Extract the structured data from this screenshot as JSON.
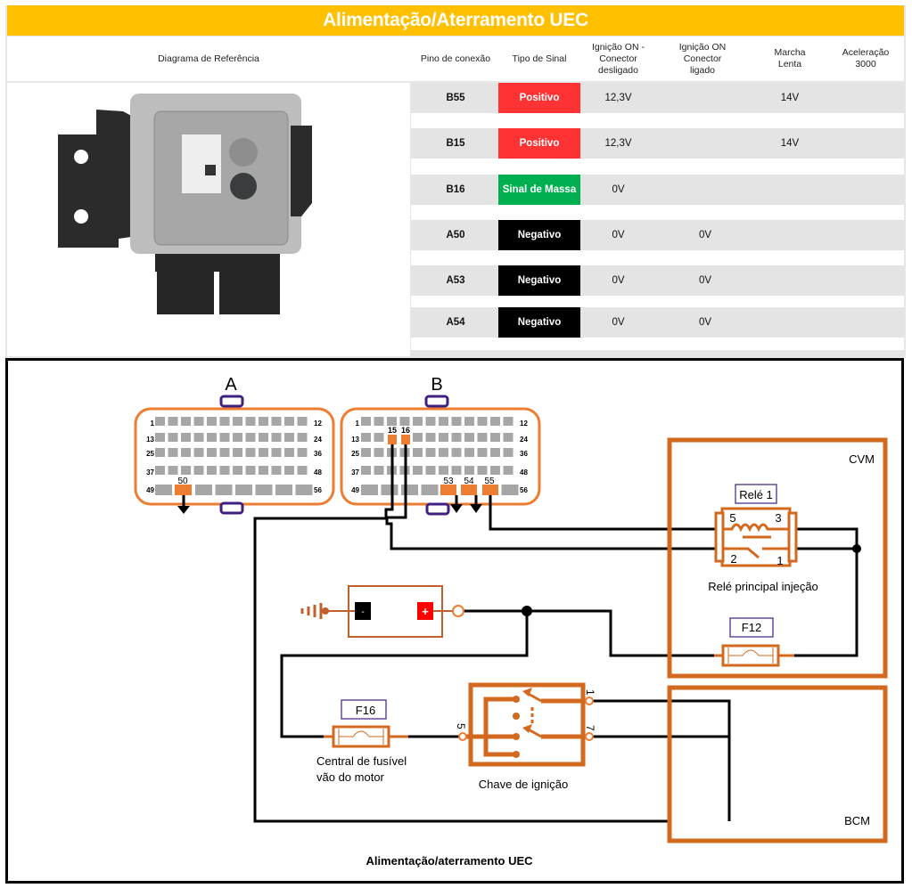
{
  "title": "Alimentação/Aterramento UEC",
  "table": {
    "headers": {
      "reference": "Diagrama de Referência",
      "pin": "Pino de conexão",
      "signal": "Tipo de Sinal",
      "ign_off_line1": "Ignição ON -",
      "ign_off_line2": "Conector",
      "ign_off_line3": "desligado",
      "ign_on_line1": "Ignição ON",
      "ign_on_line2": "Conector",
      "ign_on_line3": "ligado",
      "idle_line1": "Marcha",
      "idle_line2": "Lenta",
      "accel_line1": "Aceleração",
      "accel_line2": "3000"
    },
    "rows": [
      {
        "pin": "B55",
        "signal": "Positivo",
        "signal_color": "#ff3333",
        "ign_off": "12,3V",
        "ign_on": "",
        "idle": "14V",
        "accel": ""
      },
      {
        "pin": "B15",
        "signal": "Positivo",
        "signal_color": "#ff3333",
        "ign_off": "12,3V",
        "ign_on": "",
        "idle": "14V",
        "accel": ""
      },
      {
        "pin": "B16",
        "signal": "Sinal de Massa",
        "signal_color": "#00b050",
        "ign_off": "0V",
        "ign_on": "",
        "idle": "",
        "accel": ""
      },
      {
        "pin": "A50",
        "signal": "Negativo",
        "signal_color": "#000000",
        "ign_off": "0V",
        "ign_on": "0V",
        "idle": "",
        "accel": ""
      },
      {
        "pin": "A53",
        "signal": "Negativo",
        "signal_color": "#000000",
        "ign_off": "0V",
        "ign_on": "0V",
        "idle": "",
        "accel": ""
      },
      {
        "pin": "A54",
        "signal": "Negativo",
        "signal_color": "#000000",
        "ign_off": "0V",
        "ign_on": "0V",
        "idle": "",
        "accel": ""
      }
    ]
  },
  "diagram": {
    "connector_a": {
      "label": "A",
      "row_start_labels": [
        "1",
        "13",
        "25",
        "37",
        "49"
      ],
      "row_end_labels": [
        "12",
        "24",
        "36",
        "48",
        "56"
      ],
      "highlighted_pins": [
        "50"
      ]
    },
    "connector_b": {
      "label": "B",
      "row_start_labels": [
        "1",
        "13",
        "25",
        "37",
        "49"
      ],
      "row_end_labels": [
        "12",
        "24",
        "36",
        "48",
        "56"
      ],
      "highlighted_pins": [
        "15",
        "16",
        "53",
        "54",
        "55"
      ]
    },
    "cvm_label": "CVM",
    "bcm_label": "BCM",
    "relay": {
      "tag": "Relé 1",
      "caption": "Relé principal injeção",
      "pins": [
        "5",
        "3",
        "2",
        "1"
      ]
    },
    "fuse_f12": "F12",
    "fuse_f16": "F16",
    "fuse_f16_caption_line1": "Central de fusível",
    "fuse_f16_caption_line2": "vão do motor",
    "battery": {
      "neg": "-",
      "pos": "+"
    },
    "ignition_switch": {
      "caption": "Chave de ignição",
      "pins": [
        "5",
        "1",
        "7"
      ]
    },
    "caption": "Alimentação/aterramento UEC"
  },
  "colors": {
    "header": "#ffc000",
    "positive": "#ff3333",
    "ground_signal": "#00b050",
    "negative": "#000000",
    "wire_orange": "#d2691e",
    "connector_orange": "#ed7d31",
    "key_purple": "#3f1f7f"
  }
}
